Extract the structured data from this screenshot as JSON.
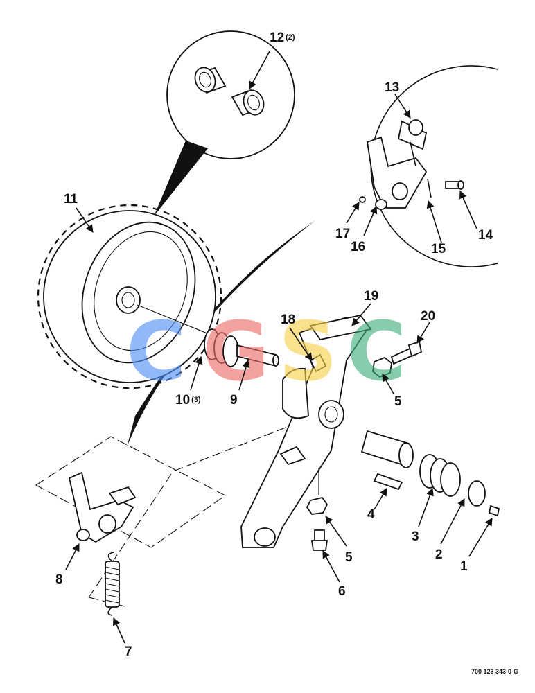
{
  "watermark": {
    "letters": [
      "C",
      "G",
      "S",
      "C"
    ],
    "colors": [
      "#4f8ff7",
      "#ee6a66",
      "#f6cf4a",
      "#3fae7a"
    ]
  },
  "callouts": [
    {
      "id": "c1",
      "text": "1"
    },
    {
      "id": "c2",
      "text": "2"
    },
    {
      "id": "c3",
      "text": "3"
    },
    {
      "id": "c4",
      "text": "4"
    },
    {
      "id": "c5a",
      "text": "5"
    },
    {
      "id": "c5b",
      "text": "5"
    },
    {
      "id": "c6",
      "text": "6"
    },
    {
      "id": "c7",
      "text": "7"
    },
    {
      "id": "c8",
      "text": "8"
    },
    {
      "id": "c9",
      "text": "9"
    },
    {
      "id": "c10",
      "text": "10",
      "qty": "(3)"
    },
    {
      "id": "c11",
      "text": "11"
    },
    {
      "id": "c12",
      "text": "12",
      "qty": "(2)"
    },
    {
      "id": "c13",
      "text": "13"
    },
    {
      "id": "c14",
      "text": "14"
    },
    {
      "id": "c15",
      "text": "15"
    },
    {
      "id": "c16",
      "text": "16"
    },
    {
      "id": "c17",
      "text": "17"
    },
    {
      "id": "c18",
      "text": "18"
    },
    {
      "id": "c19",
      "text": "19"
    },
    {
      "id": "c20",
      "text": "20"
    }
  ],
  "drawing_number": "700 123 343-0-G"
}
